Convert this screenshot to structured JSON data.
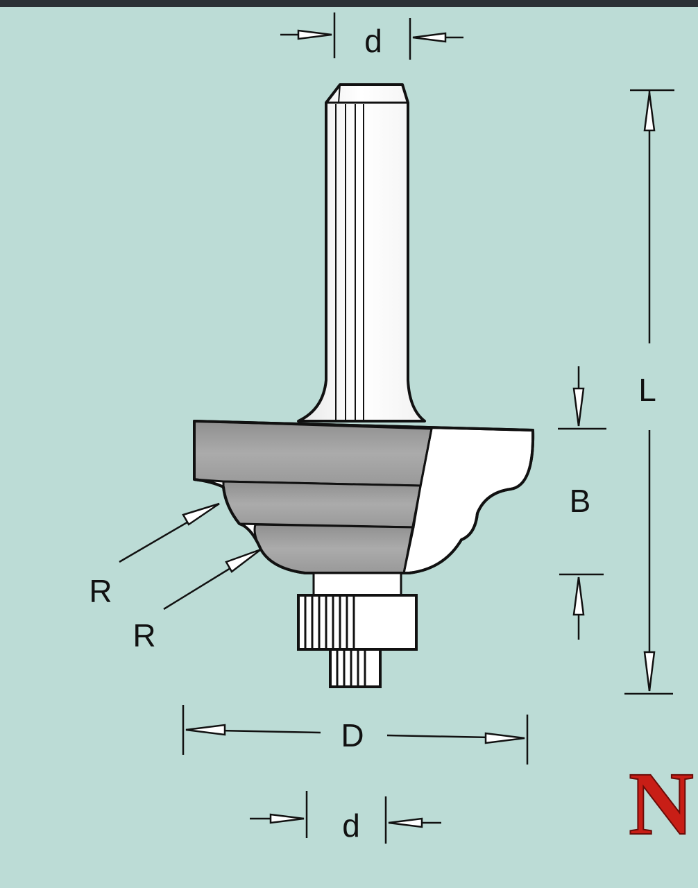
{
  "diagram": {
    "labels": {
      "shank_diameter_top": "d",
      "overall_length": "L",
      "cutting_height": "B",
      "radius_upper": "R",
      "radius_lower": "R",
      "cutting_diameter": "D",
      "bearing_diameter": "d"
    },
    "brand_fragment": "N",
    "colors": {
      "background": "#bcdcd6",
      "outline": "#111111",
      "cutter_face": "#9e9e9e",
      "metal_light": "#ffffff",
      "brand_red": "#c81e16"
    }
  }
}
